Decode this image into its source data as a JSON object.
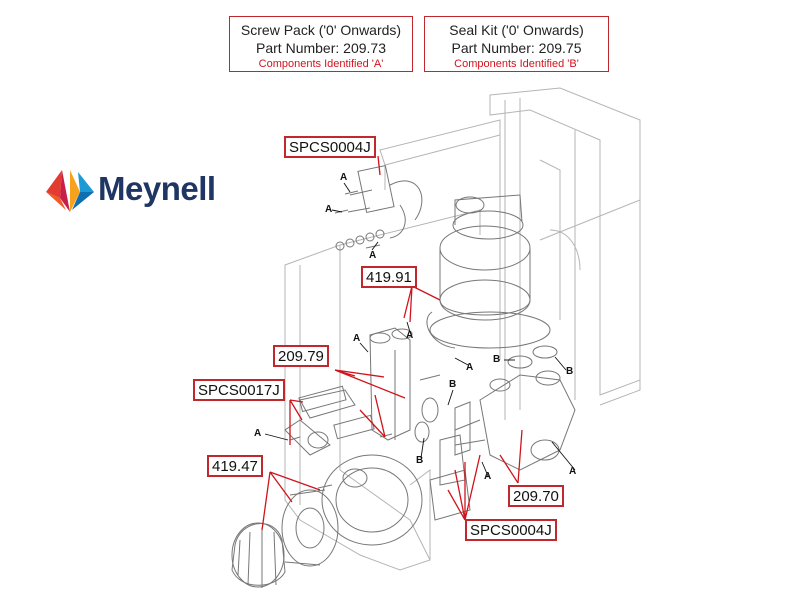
{
  "brand": {
    "name": "Meynell",
    "colors": [
      "#e23b2f",
      "#f6a21d",
      "#1b9ad6",
      "#1f3564"
    ]
  },
  "kits": [
    {
      "title": "Screw Pack ('0' Onwards)",
      "part": "Part Number: 209.73",
      "note": "Components Identified 'A'"
    },
    {
      "title": "Seal Kit ('0' Onwards)",
      "part": "Part Number: 209.75",
      "note": "Components Identified 'B'"
    }
  ],
  "part_labels": {
    "spcs0004j_top": "SPCS0004J",
    "p41991": "419.91",
    "p20979": "209.79",
    "spcs0017j": "SPCS0017J",
    "p41947": "419.47",
    "p20970": "209.70",
    "spcs0004j_bottom": "SPCS0004J"
  },
  "markers": {
    "a": "A",
    "b": "B"
  },
  "colors": {
    "callout": "#c0282d",
    "leader": "#d0141c",
    "drawing": "#777777",
    "drawing_light": "#b5b5b5"
  }
}
